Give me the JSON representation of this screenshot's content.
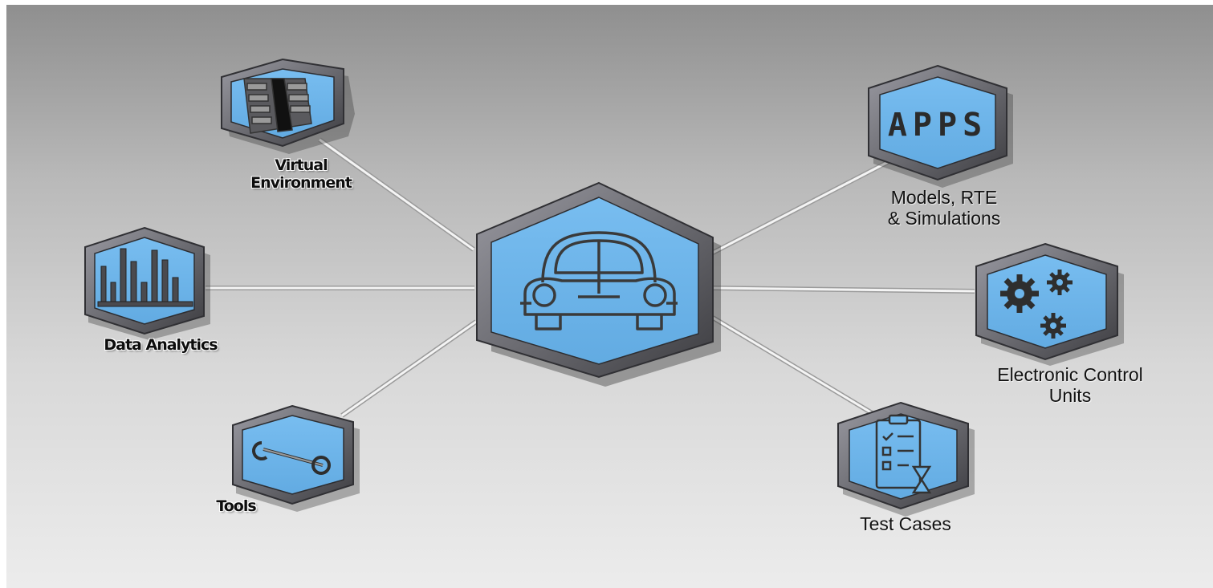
{
  "nodes": {
    "virtual_environment": {
      "label_line1": "Virtual",
      "label_line2": "Environment",
      "icon": "memory-chip-icon"
    },
    "data_analytics": {
      "label": "Data Analytics",
      "icon": "bar-chart-icon"
    },
    "tools": {
      "label": "Tools",
      "icon": "wrench-icon"
    },
    "center": {
      "icon": "car-front-icon"
    },
    "models": {
      "icon_text": "APPS",
      "label_line1": "Models, RTE",
      "label_line2": "& Simulations"
    },
    "ecu": {
      "label_line1": "Electronic Control",
      "label_line2": "Units",
      "icon": "gears-icon"
    },
    "test_cases": {
      "label": "Test Cases",
      "icon": "checklist-hourglass-icon"
    }
  },
  "colors": {
    "hex_face": "#6db5ea",
    "hex_frame": "#6e6e72",
    "connector": "#f2f2f2",
    "icon_stroke": "#333333"
  }
}
